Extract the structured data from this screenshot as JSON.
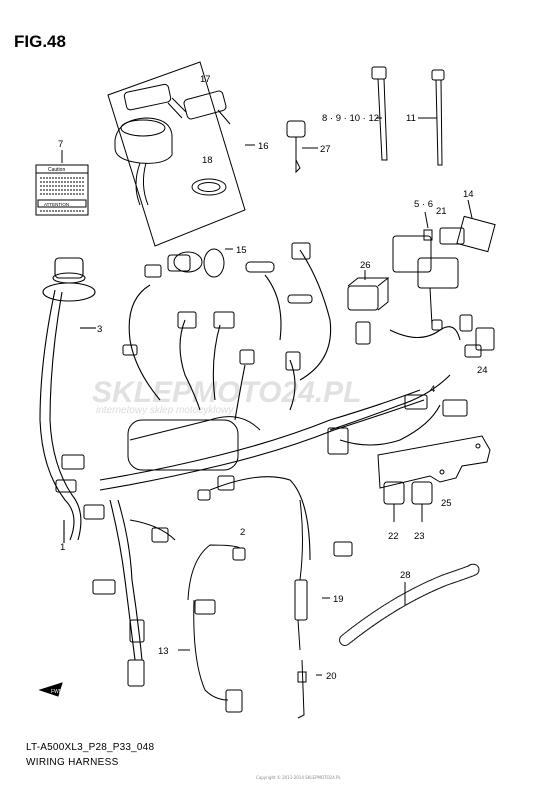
{
  "figure": {
    "title": "FIG.48"
  },
  "footer": {
    "code": "LT-A500XL3_P28_P33_048",
    "name": "WIRING HARNESS"
  },
  "watermark": {
    "brand": "SKLEPMOTO24.PL",
    "tagline": "internetowy sklep motocyklowy"
  },
  "direction_marker": "FWD",
  "labels": {
    "caution_text": "Caution",
    "attention_text": "ATTENTION"
  },
  "callouts": [
    "1",
    "2",
    "3",
    "4",
    "5",
    "6",
    "7",
    "8",
    "9",
    "10",
    "11",
    "12",
    "13",
    "14",
    "15",
    "16",
    "17",
    "18",
    "19",
    "20",
    "21",
    "22",
    "23",
    "24",
    "25",
    "26",
    "27",
    "28"
  ],
  "callout_text": {
    "c1": "1",
    "c2": "2",
    "c3": "3",
    "c4": "4",
    "c5_6": "5 · 6",
    "c7": "7",
    "c8_12": "8 · 9 · 10 · 12",
    "c11": "11",
    "c13": "13",
    "c14": "14",
    "c15": "15",
    "c16": "16",
    "c17": "17",
    "c18": "18",
    "c19": "19",
    "c20": "20",
    "c21": "21",
    "c22": "22",
    "c23": "23",
    "c24": "24",
    "c25": "25",
    "c26": "26",
    "c27": "27",
    "c28": "28"
  },
  "copyright": "Copyright © 2011-2014 SKLEPMOTO24.PL",
  "colors": {
    "ink": "#000000",
    "watermark_gray": "#b8b8b8",
    "watermark_red": "#e0a0a0"
  }
}
